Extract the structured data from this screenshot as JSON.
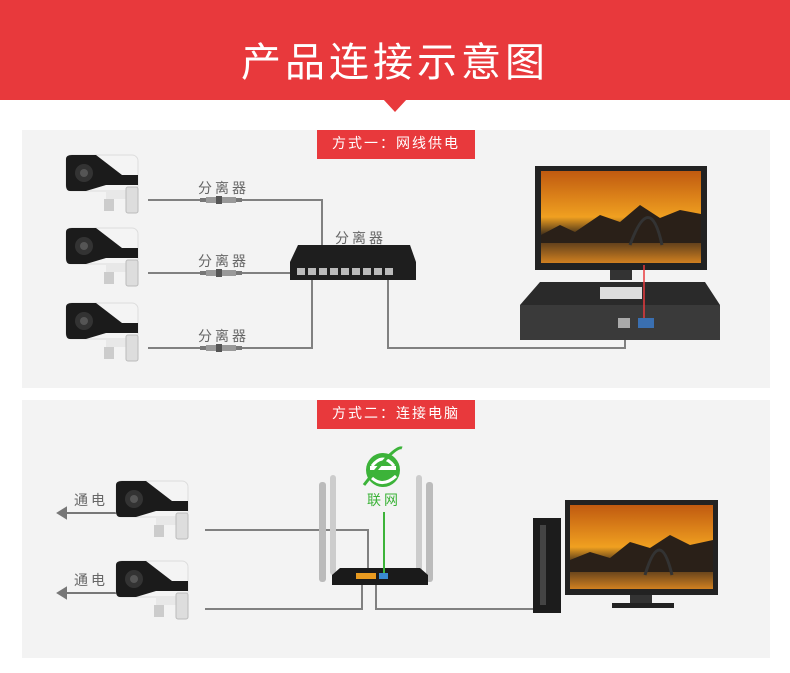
{
  "header": {
    "title": "产品连接示意图"
  },
  "method1": {
    "tag": "方式一：网线供电",
    "splitter_labels": [
      "分离器",
      "分离器",
      "分离器"
    ],
    "switch_label": "分离器"
  },
  "method2": {
    "tag": "方式二：连接电脑",
    "power_labels": [
      "通电",
      "通电"
    ],
    "internet_label": "联网"
  },
  "colors": {
    "accent": "#e8393c",
    "panel": "#f3f3f3",
    "cable": "#808080",
    "internet": "#3cb339"
  }
}
